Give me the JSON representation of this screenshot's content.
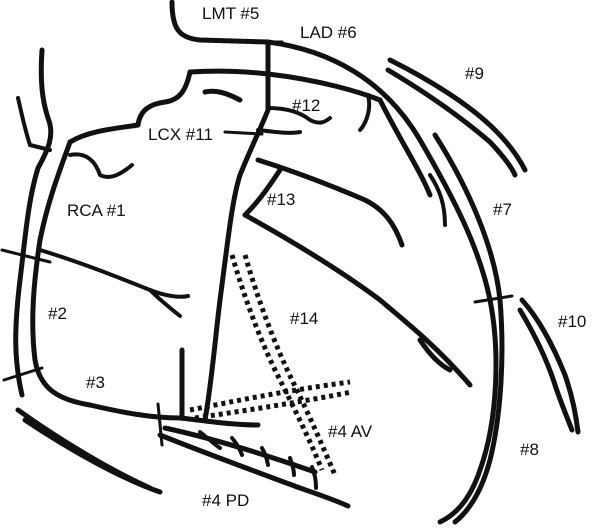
{
  "diagram": {
    "labels": {
      "lmt": "LMT #5",
      "lad": "LAD #6",
      "d1": "#9",
      "lad_mid": "#7",
      "d2": "#10",
      "lad_apex": "#8",
      "septal": "#12",
      "lcx": "LCX #11",
      "om": "#13",
      "pl": "#14",
      "rca": "RCA #1",
      "rca_mid": "#2",
      "rca_distal": "#3",
      "av": "#4 AV",
      "pd": "#4 PD"
    }
  }
}
